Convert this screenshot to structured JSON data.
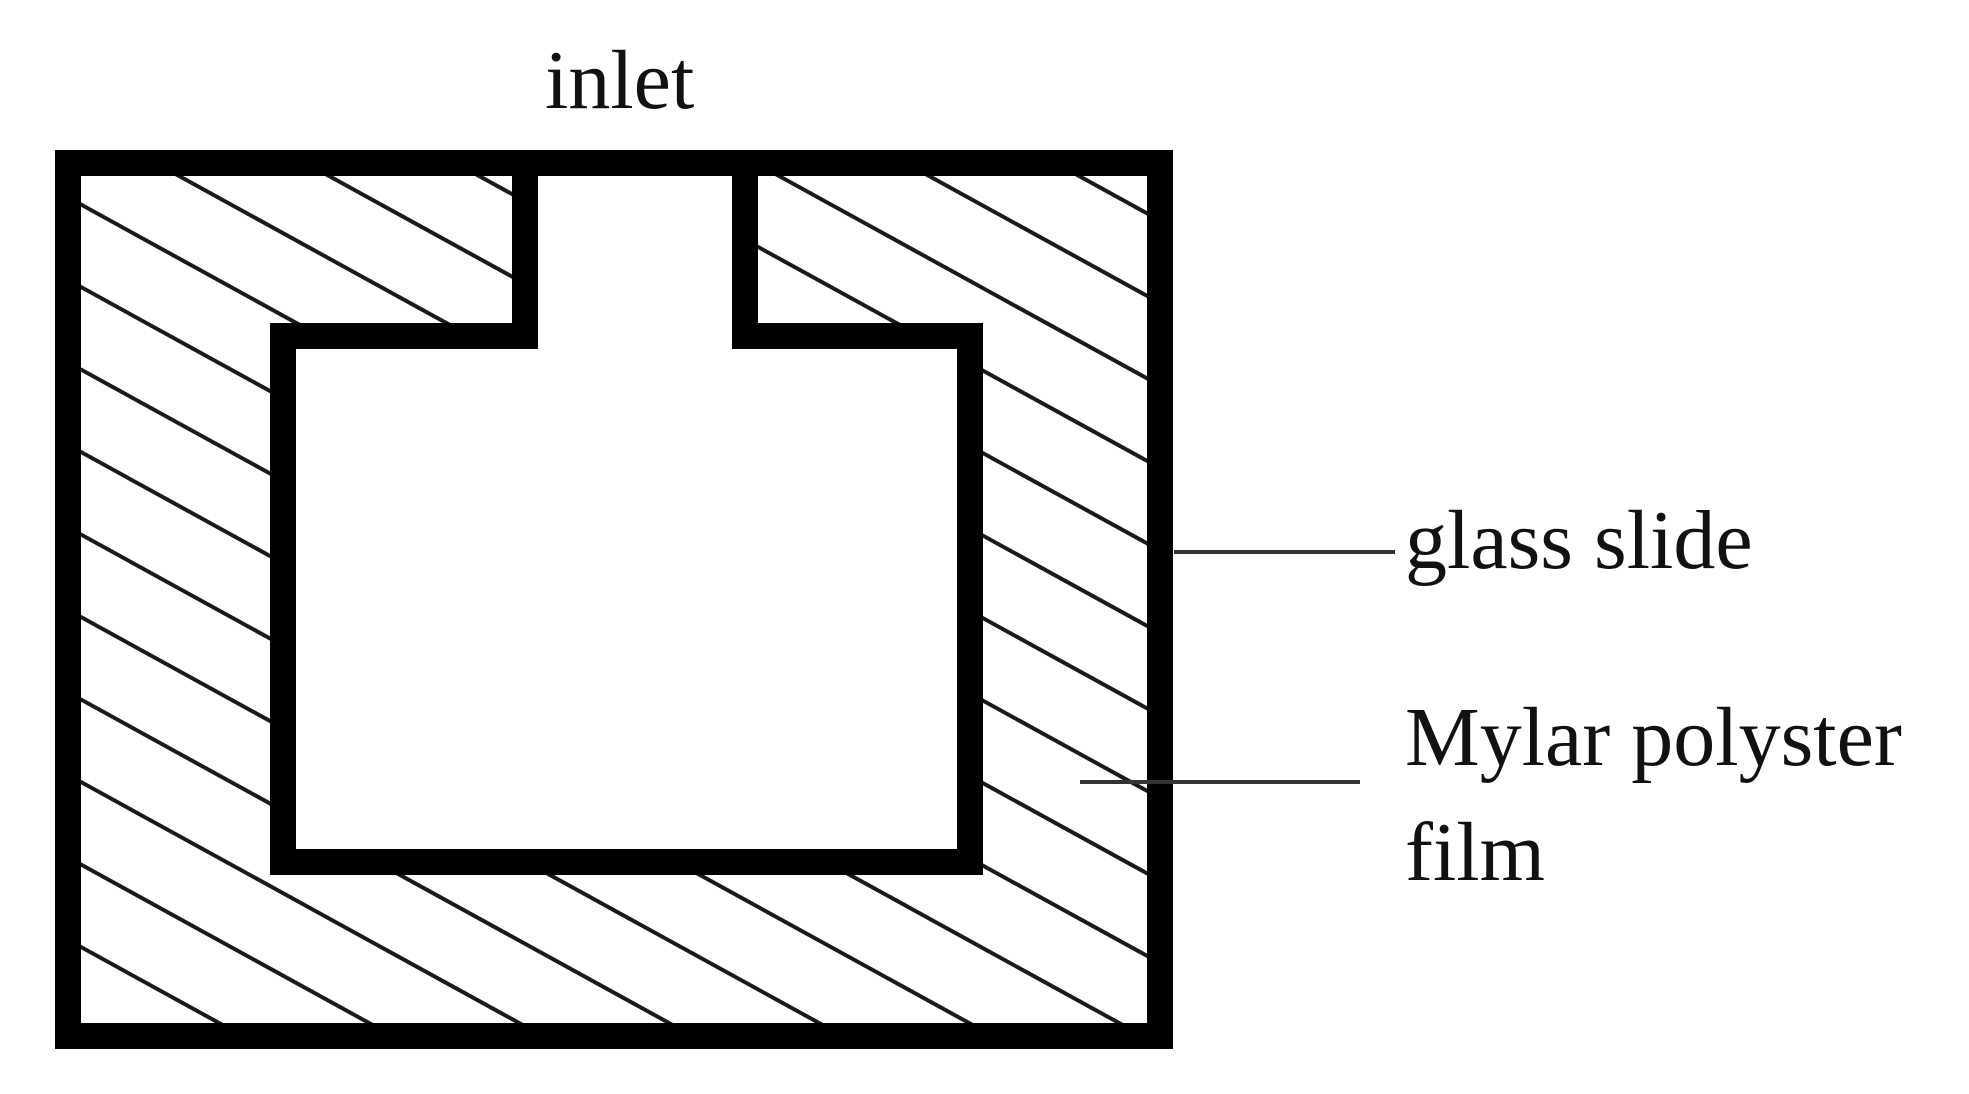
{
  "labels": {
    "inlet": "inlet",
    "glass_slide": "glass slide",
    "mylar_line1": "Mylar polyster",
    "mylar_line2": "film"
  },
  "colors": {
    "stroke": "#000000",
    "background": "#ffffff",
    "text": "#111111"
  }
}
